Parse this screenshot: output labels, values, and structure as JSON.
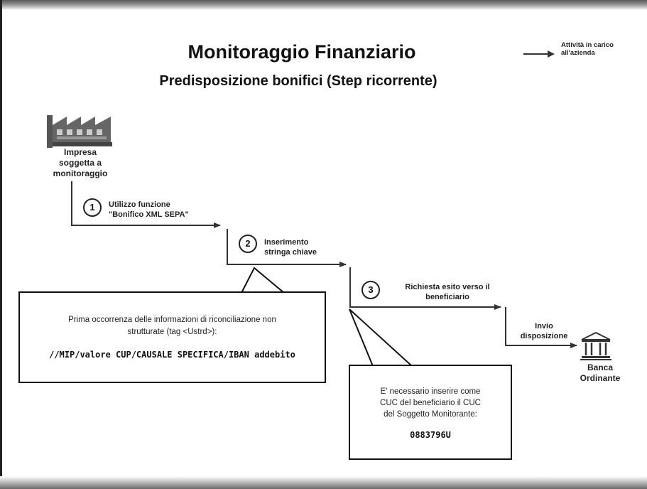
{
  "title": "Monitoraggio Finanziario",
  "subtitle": "Predisposizione bonifici (Step ricorrente)",
  "legend": {
    "text_line1": "Attività in carico",
    "text_line2": "all'azienda"
  },
  "actors": {
    "impresa": {
      "line1": "Impresa",
      "line2": "soggetta a",
      "line3": "monitoraggio"
    },
    "banca": {
      "line1": "Banca",
      "line2": "Ordinante"
    }
  },
  "steps": [
    {
      "number": "1",
      "line1": "Utilizzo funzione",
      "line2": "\"Bonifico XML SEPA\""
    },
    {
      "number": "2",
      "line1": "Inserimento",
      "line2": "stringa chiave"
    },
    {
      "number": "3",
      "line1": "Richiesta esito verso il",
      "line2": "beneficiario"
    }
  ],
  "final_step": {
    "line1": "Invio",
    "line2": "disposizione"
  },
  "callouts": {
    "first": {
      "line1": "Prima occorrenza delle informazioni di riconciliazione non",
      "line2": "strutturate (tag <Ustrd>):",
      "key_string": "//MIP/valore CUP/CAUSALE SPECIFICA/IBAN addebito"
    },
    "second": {
      "line1": "E' necessario inserire come",
      "line2": "CUC del beneficiario il CUC",
      "line3": "del Soggetto Monitorante:",
      "code": "0883796U"
    }
  },
  "icons": {
    "factory": "factory-icon",
    "bank": "bank-icon",
    "arrow": "arrow-right-icon"
  },
  "colors": {
    "line": "#333333",
    "text": "#111111",
    "background": "#ffffff"
  }
}
